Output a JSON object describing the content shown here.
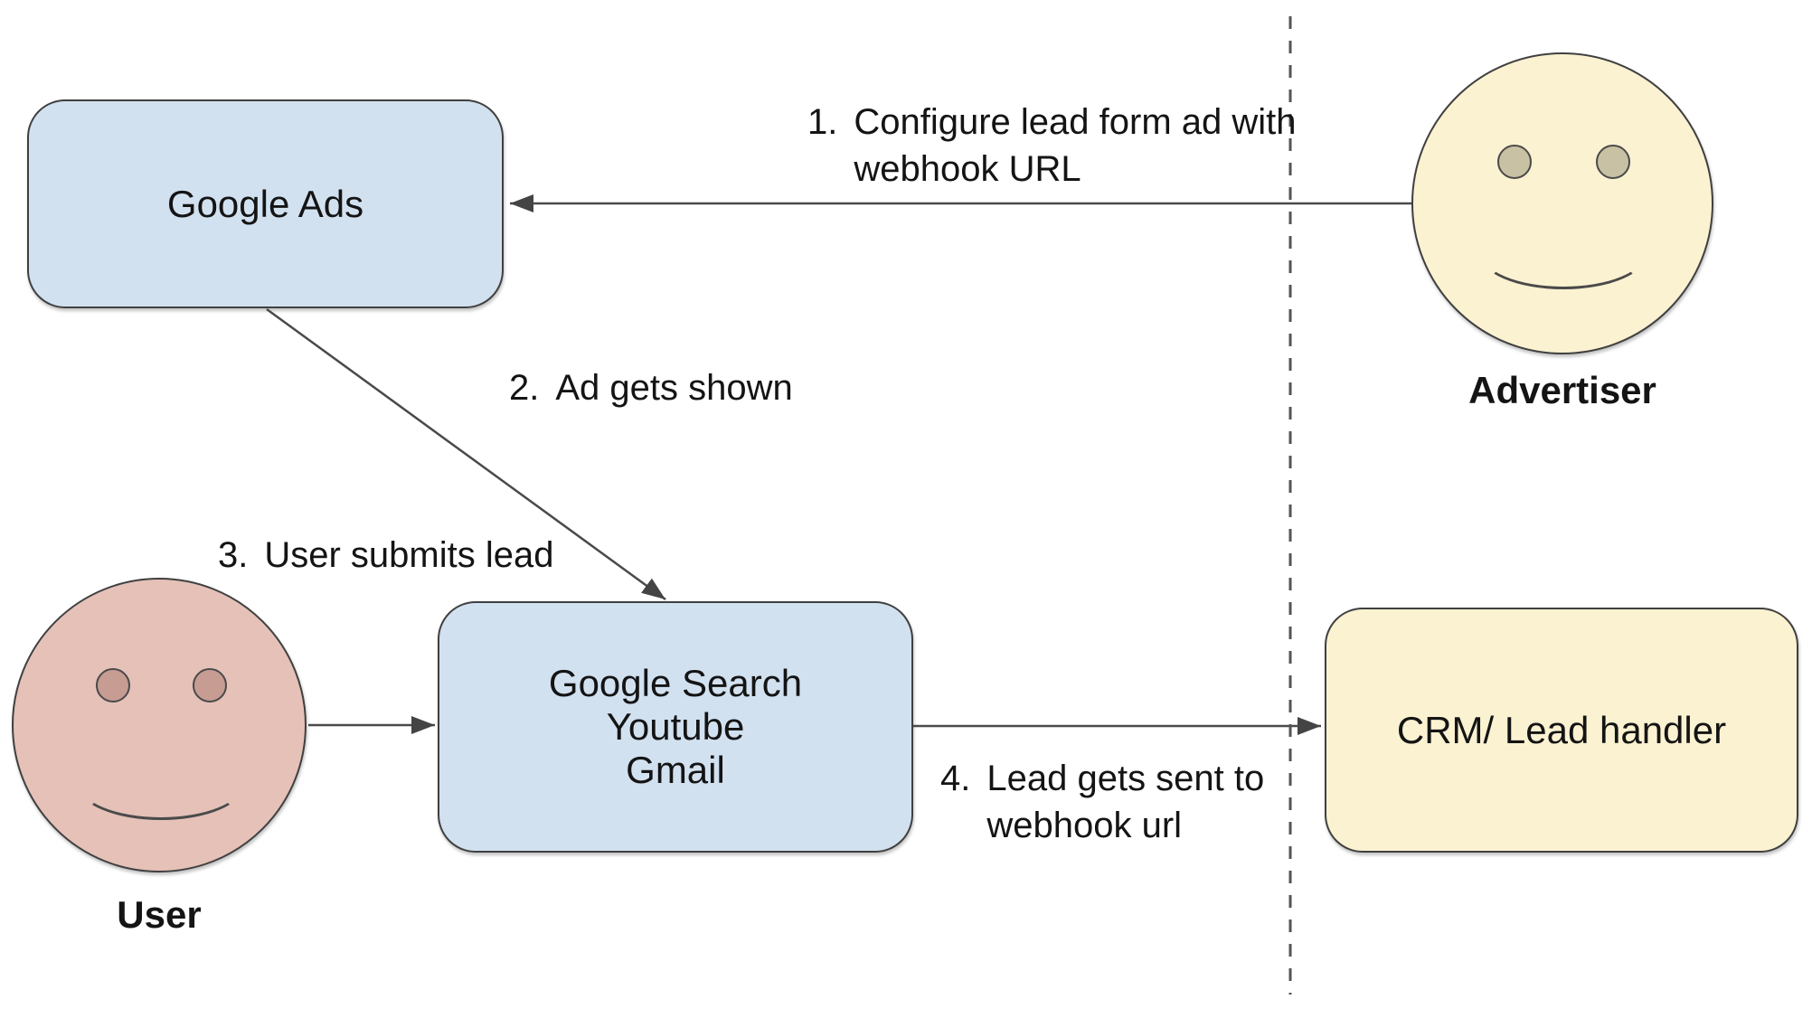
{
  "diagram": {
    "nodes": {
      "google_ads": {
        "label": "Google Ads"
      },
      "google_surfaces": {
        "lines": [
          "Google Search",
          "Youtube",
          "Gmail"
        ]
      },
      "crm": {
        "label": "CRM/ Lead handler"
      },
      "advertiser": {
        "label": "Advertiser"
      },
      "user": {
        "label": "User"
      }
    },
    "steps": [
      {
        "num": "1.",
        "line1": "Configure lead form ad with",
        "line2": "webhook URL"
      },
      {
        "num": "2.",
        "line1": "Ad gets shown",
        "line2": ""
      },
      {
        "num": "3.",
        "line1": "User submits lead",
        "line2": ""
      },
      {
        "num": "4.",
        "line1": "Lead gets sent to",
        "line2": "webhook url"
      }
    ],
    "colors": {
      "box_blue": "#d2e1f0",
      "box_yellow": "#fbf2d1",
      "face_pink": "#e5c1b8",
      "eye_tan": "#c8c1a3",
      "eye_pink": "#c79c93",
      "line_stroke": "#4a4a4a",
      "text": "#141414"
    }
  }
}
